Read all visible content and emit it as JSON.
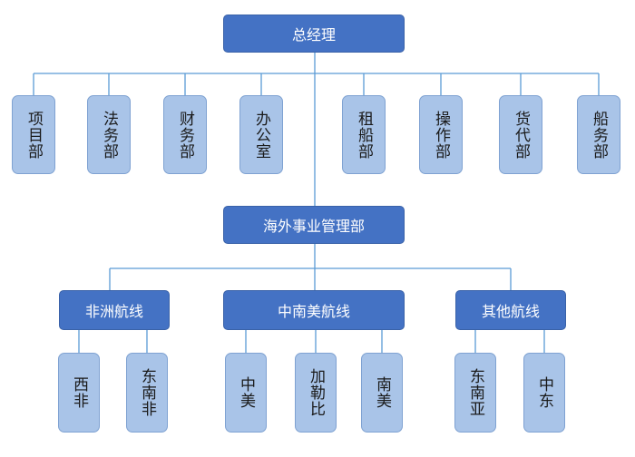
{
  "org": {
    "root": "总经理",
    "departments": [
      "项目部",
      "法务部",
      "财务部",
      "办公室",
      "租船部",
      "操作部",
      "货代部",
      "船务部"
    ],
    "overseas": "海外事业管理部",
    "regions": [
      {
        "name": "非洲航线",
        "children": [
          "西非",
          "东南非"
        ]
      },
      {
        "name": "中南美航线",
        "children": [
          "中美",
          "加勒比",
          "南美"
        ]
      },
      {
        "name": "其他航线",
        "children": [
          "东南亚",
          "中东"
        ]
      }
    ]
  },
  "colors": {
    "dark": "#4472c4",
    "light": "#a9c4e8",
    "line": "#5b9bd5"
  }
}
